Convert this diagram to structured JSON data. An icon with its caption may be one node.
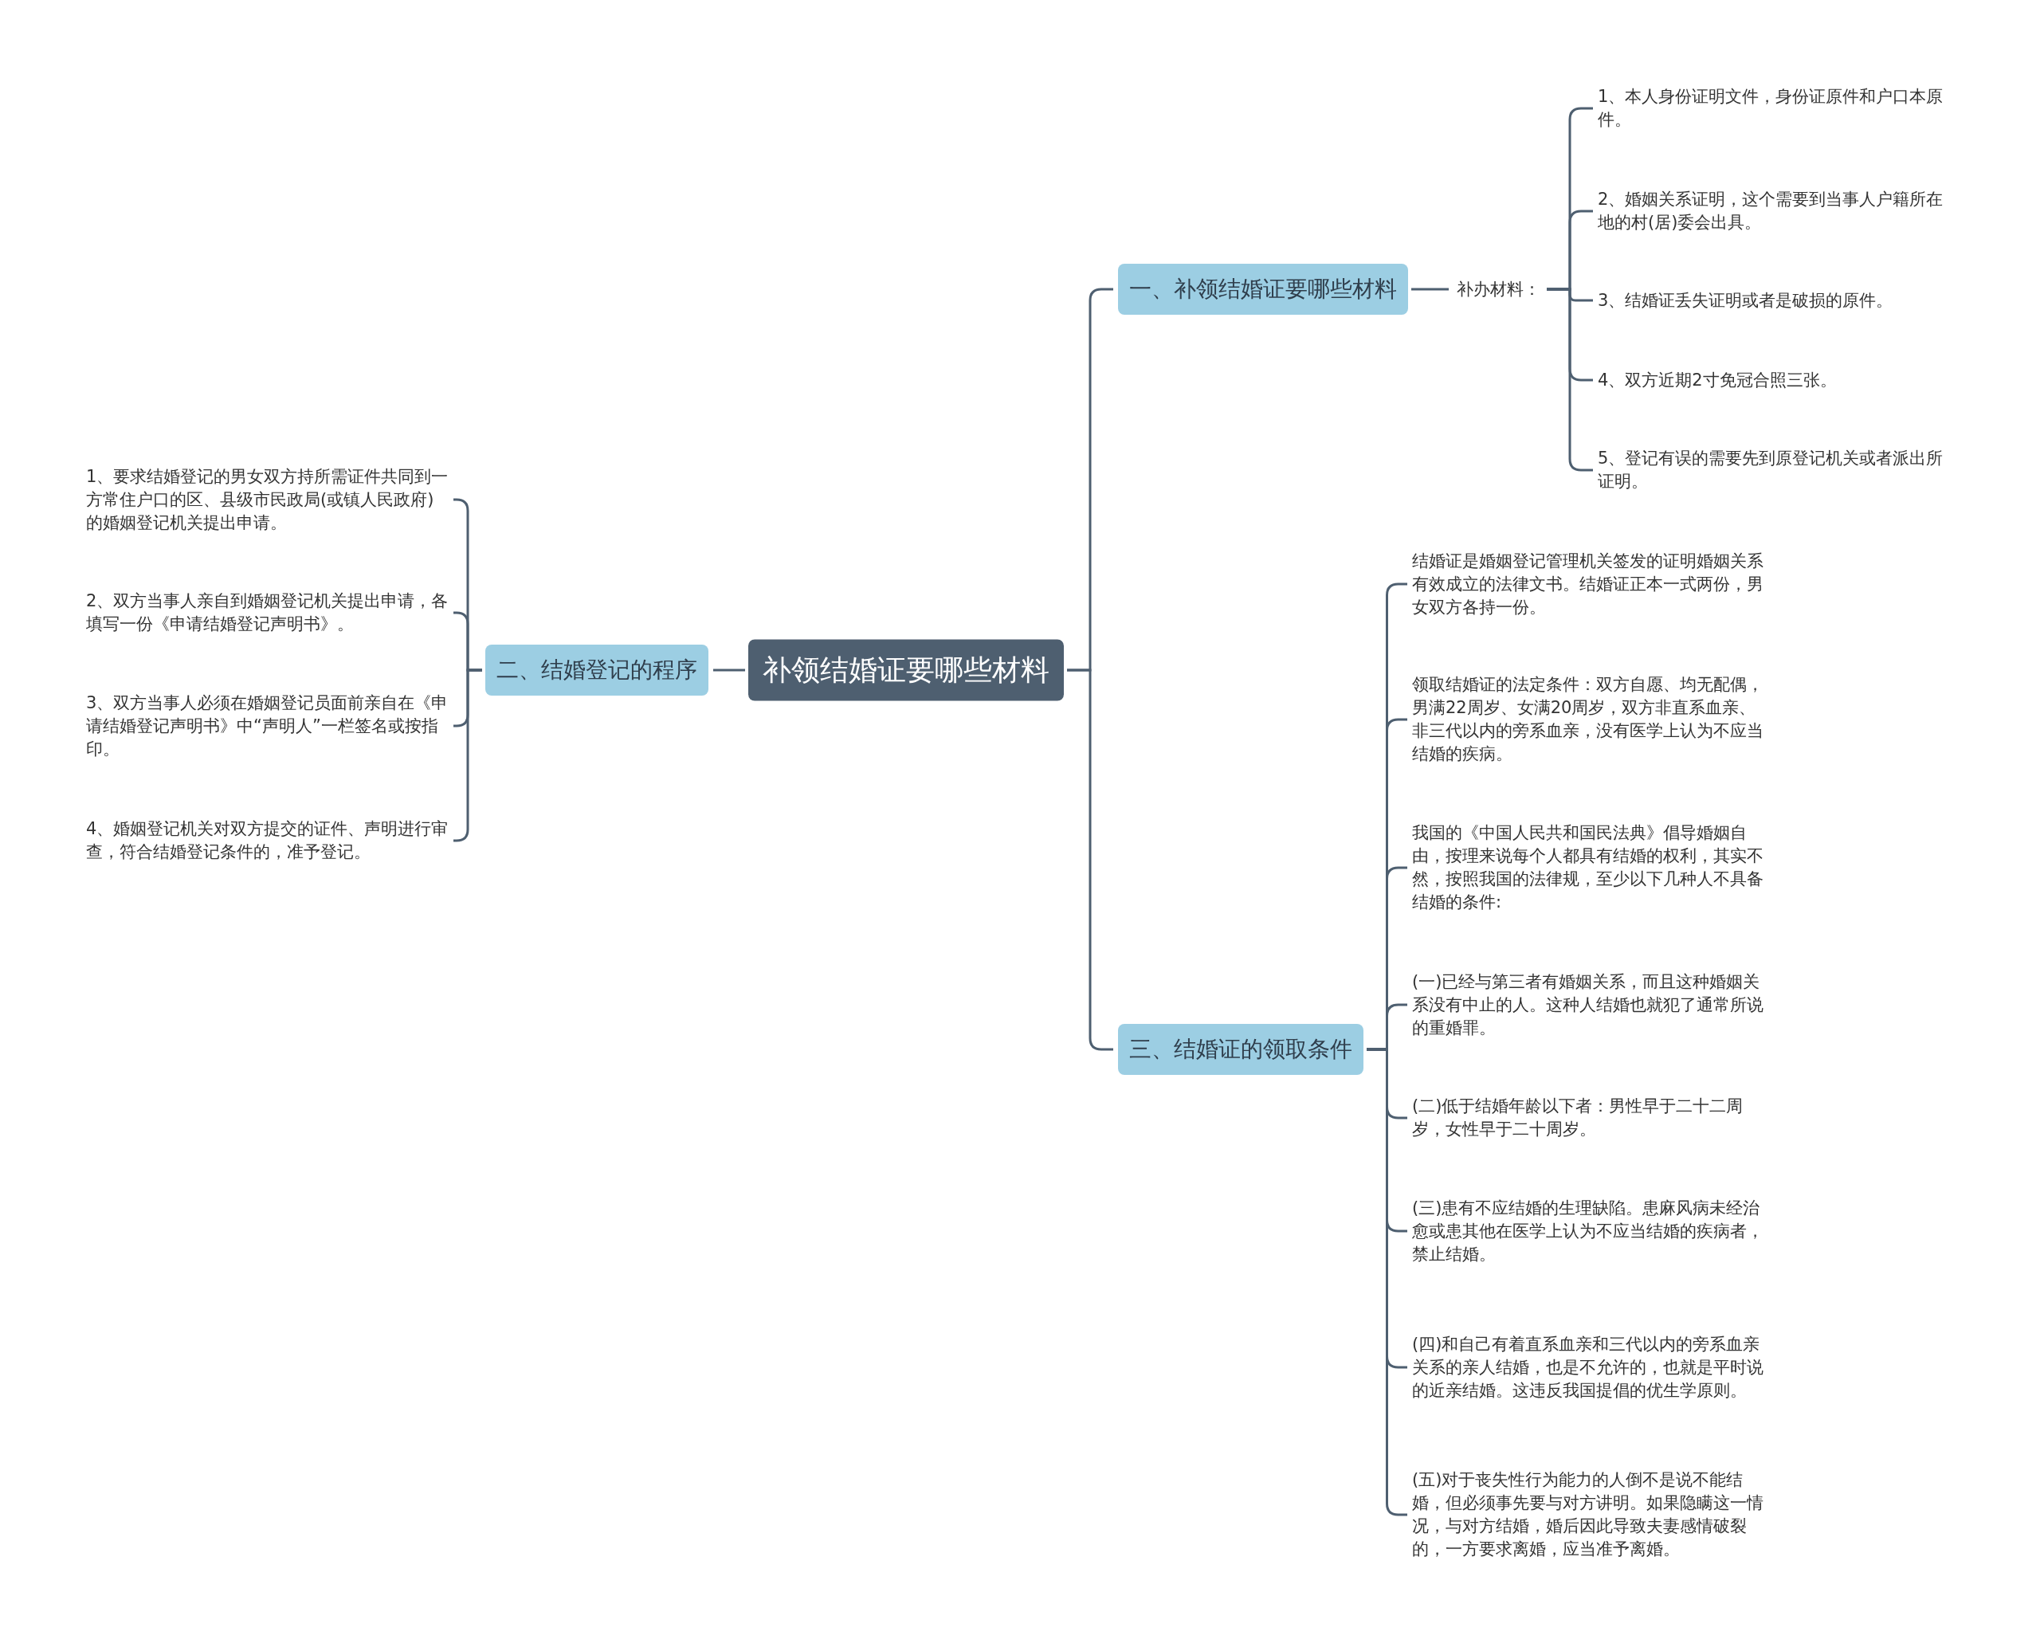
{
  "diagram": {
    "nodes": [
      {
        "text": [
          "补领结婚证要哪些材料"
        ]
      },
      {
        "text": [
          "一、补领结婚证要哪些材料"
        ]
      },
      {
        "text": [
          "补办材料："
        ]
      },
      {
        "text": [
          "1、本人身份证明文件，身份证原件和户口本原件。"
        ]
      },
      {
        "text": [
          "2、婚姻关系证明，这个需要到当事人户籍所在地的村(居)委会出具。"
        ]
      },
      {
        "text": [
          "3、结婚证丢失证明或者是破损的原件。"
        ]
      },
      {
        "text": [
          "4、双方近期2寸免冠合照三张。"
        ]
      },
      {
        "text": [
          "5、登记有误的需要先到原登记机关或者派出所证明。"
        ]
      },
      {
        "text": [
          "二、结婚登记的程序"
        ]
      },
      {
        "text": [
          "1、要求结婚登记的男女双方持所需证件共同到一方常住户口的区、县级市民政局(或镇人民政府)的婚姻登记机关提出申请。"
        ]
      },
      {
        "text": [
          "2、双方当事人亲自到婚姻登记机关提出申请，各填写一份《申请结婚登记声明书》。"
        ]
      },
      {
        "text": [
          "3、双方当事人必须在婚姻登记员面前亲自在《申请结婚登记声明书》中“声明人”一栏签名或按指印。"
        ]
      },
      {
        "text": [
          "4、婚姻登记机关对双方提交的证件、声明进行审查，符合结婚登记条件的，准予登记。"
        ]
      },
      {
        "text": [
          "三、结婚证的领取条件"
        ]
      },
      {
        "text": [
          "结婚证是婚姻登记管理机关签发的证明婚姻关系有效成立的法律文书。结婚证正本一式两份，男女双方各持一份。"
        ]
      },
      {
        "text": [
          "领取结婚证的法定条件：双方自愿、均无配偶，男满22周岁、女满20周岁，双方非直系血亲、非三代以内的旁系血亲，没有医学上认为不应当结婚的疾病。"
        ]
      },
      {
        "text": [
          "我国的《中国人民共和国民法典》倡导婚姻自由，按理来说每个人都具有结婚的权利，其实不然，按照我国的法律规，至少以下几种人不具备结婚的条件:"
        ]
      },
      {
        "text": [
          "(一)已经与第三者有婚姻关系，而且这种婚姻关系没有中止的人。这种人结婚也就犯了通常所说的重婚罪。"
        ]
      },
      {
        "text": [
          "(二)低于结婚年龄以下者：男性早于二十二周岁，女性早于二十周岁。"
        ]
      },
      {
        "text": [
          "(三)患有不应结婚的生理缺陷。患麻风病未经治愈或患其他在医学上认为不应当结婚的疾病者，禁止结婚。"
        ]
      },
      {
        "text": [
          "(四)和自己有着直系血亲和三代以内的旁系血亲关系的亲人结婚，也是不允许的，也就是平时说的近亲结婚。这违反我国提倡的优生学原则。"
        ]
      },
      {
        "text": [
          "(五)对于丧失性行为能力的人倒不是说不能结婚，但必须事先要与对方讲明。如果隐瞒这一情况，与对方结婚，婚后因此导致夫妻感情破裂的，一方要求离婚，应当准予离婚。"
        ]
      }
    ],
    "edges": [
      {
        "from": 0,
        "to": 1,
        "arrow": "none"
      },
      {
        "from": 1,
        "to": 2,
        "arrow": "none"
      },
      {
        "from": 2,
        "to": 3,
        "arrow": "none"
      },
      {
        "from": 2,
        "to": 4,
        "arrow": "none"
      },
      {
        "from": 2,
        "to": 5,
        "arrow": "none"
      },
      {
        "from": 2,
        "to": 6,
        "arrow": "none"
      },
      {
        "from": 2,
        "to": 7,
        "arrow": "none"
      },
      {
        "from": 0,
        "to": 8,
        "arrow": "none"
      },
      {
        "from": 8,
        "to": 9,
        "arrow": "none"
      },
      {
        "from": 8,
        "to": 10,
        "arrow": "none"
      },
      {
        "from": 8,
        "to": 11,
        "arrow": "none"
      },
      {
        "from": 8,
        "to": 12,
        "arrow": "none"
      },
      {
        "from": 0,
        "to": 13,
        "arrow": "none"
      },
      {
        "from": 13,
        "to": 14,
        "arrow": "none"
      },
      {
        "from": 13,
        "to": 15,
        "arrow": "none"
      },
      {
        "from": 13,
        "to": 16,
        "arrow": "none"
      },
      {
        "from": 13,
        "to": 17,
        "arrow": "none"
      },
      {
        "from": 13,
        "to": 18,
        "arrow": "none"
      },
      {
        "from": 13,
        "to": 19,
        "arrow": "none"
      },
      {
        "from": 13,
        "to": 20,
        "arrow": "none"
      },
      {
        "from": 13,
        "to": 21,
        "arrow": "none"
      }
    ]
  }
}
